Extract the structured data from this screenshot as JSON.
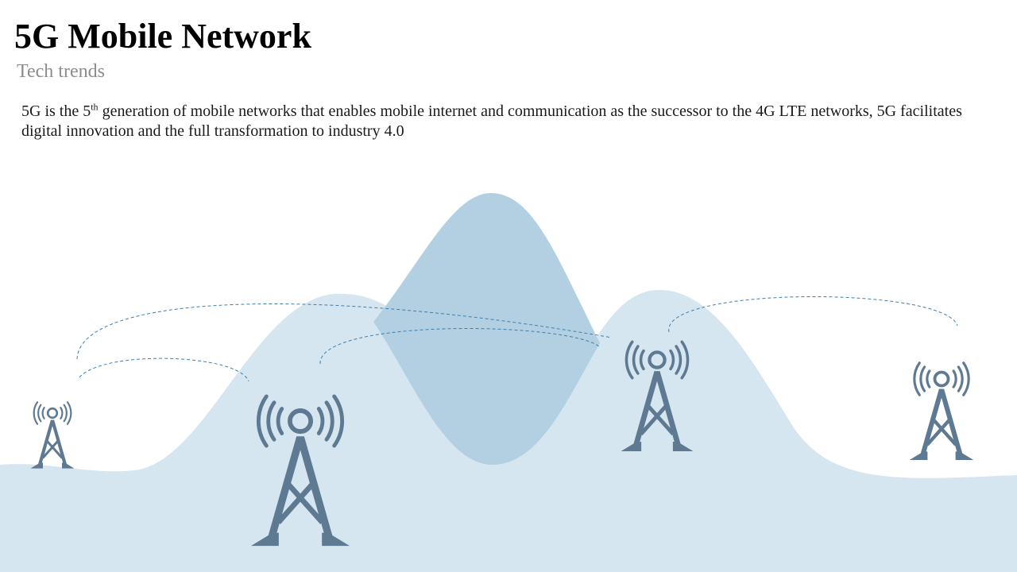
{
  "slide": {
    "title": "5G Mobile Network",
    "subtitle": "Tech trends",
    "description": {
      "part1": "5G is the 5",
      "sup": "th",
      "part2": " generation of mobile networks that enables mobile internet and communication as the successor to the 4G LTE networks, 5G facilitates digital innovation and the full transformation to industry 4.0"
    }
  },
  "colors": {
    "hill_light": "#d6e6f0",
    "hill_mid": "#b3d0e2",
    "tower": "#5d7a92",
    "signal_link": "#3d7fb0"
  },
  "icons": [
    "cell-tower-icon"
  ]
}
